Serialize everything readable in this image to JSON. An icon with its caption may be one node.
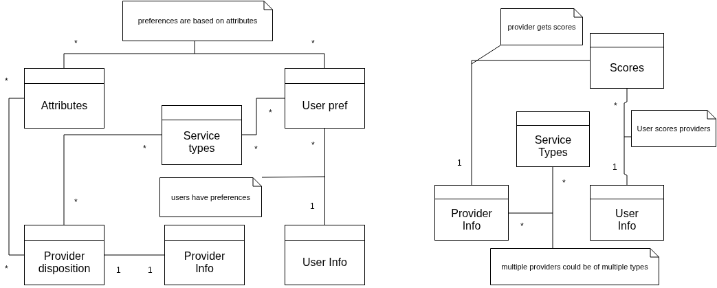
{
  "diagram": {
    "nodes": [
      {
        "text": [
          "preferences are based on attributes"
        ]
      },
      {
        "text": [
          "Attributes"
        ]
      },
      {
        "text": [
          "User pref"
        ]
      },
      {
        "text": [
          "Service types"
        ]
      },
      {
        "text": [
          "users have preferences"
        ]
      },
      {
        "text": [
          "Provider disposition"
        ]
      },
      {
        "text": [
          "Provider Info"
        ]
      },
      {
        "text": [
          "User Info"
        ]
      },
      {
        "text": [
          "provider gets scores"
        ]
      },
      {
        "text": [
          "Scores"
        ]
      },
      {
        "text": [
          "User scores providers"
        ]
      },
      {
        "text": [
          "Service Types"
        ]
      },
      {
        "text": [
          "Provider Info"
        ]
      },
      {
        "text": [
          "User Info"
        ]
      },
      {
        "text": [
          "multiple providers could be of multiple types"
        ]
      }
    ],
    "edges": [
      {
        "from": 1,
        "to": 2,
        "arrow": "none"
      },
      {
        "from": 1,
        "to": 5,
        "arrow": "none"
      },
      {
        "from": 3,
        "to": 5,
        "arrow": "none"
      },
      {
        "from": 3,
        "to": 2,
        "arrow": "none"
      },
      {
        "from": 2,
        "to": 7,
        "arrow": "none"
      },
      {
        "from": 5,
        "to": 6,
        "arrow": "none"
      },
      {
        "from": 9,
        "to": 12,
        "arrow": "none"
      },
      {
        "from": 9,
        "to": 13,
        "arrow": "none"
      },
      {
        "from": 11,
        "to": 12,
        "arrow": "none"
      },
      {
        "from": 0,
        "to": null,
        "arrow": "none"
      },
      {
        "from": 4,
        "to": null,
        "arrow": "none"
      },
      {
        "from": 8,
        "to": null,
        "arrow": "none"
      },
      {
        "from": 10,
        "to": null,
        "arrow": "none"
      },
      {
        "from": 14,
        "to": null,
        "arrow": "none"
      }
    ],
    "labels": [
      "*",
      "*",
      "*",
      "*",
      "*",
      "*",
      "*",
      "*",
      "1",
      "*",
      "1",
      "1",
      "1",
      "*",
      "1",
      "*",
      "*"
    ]
  }
}
